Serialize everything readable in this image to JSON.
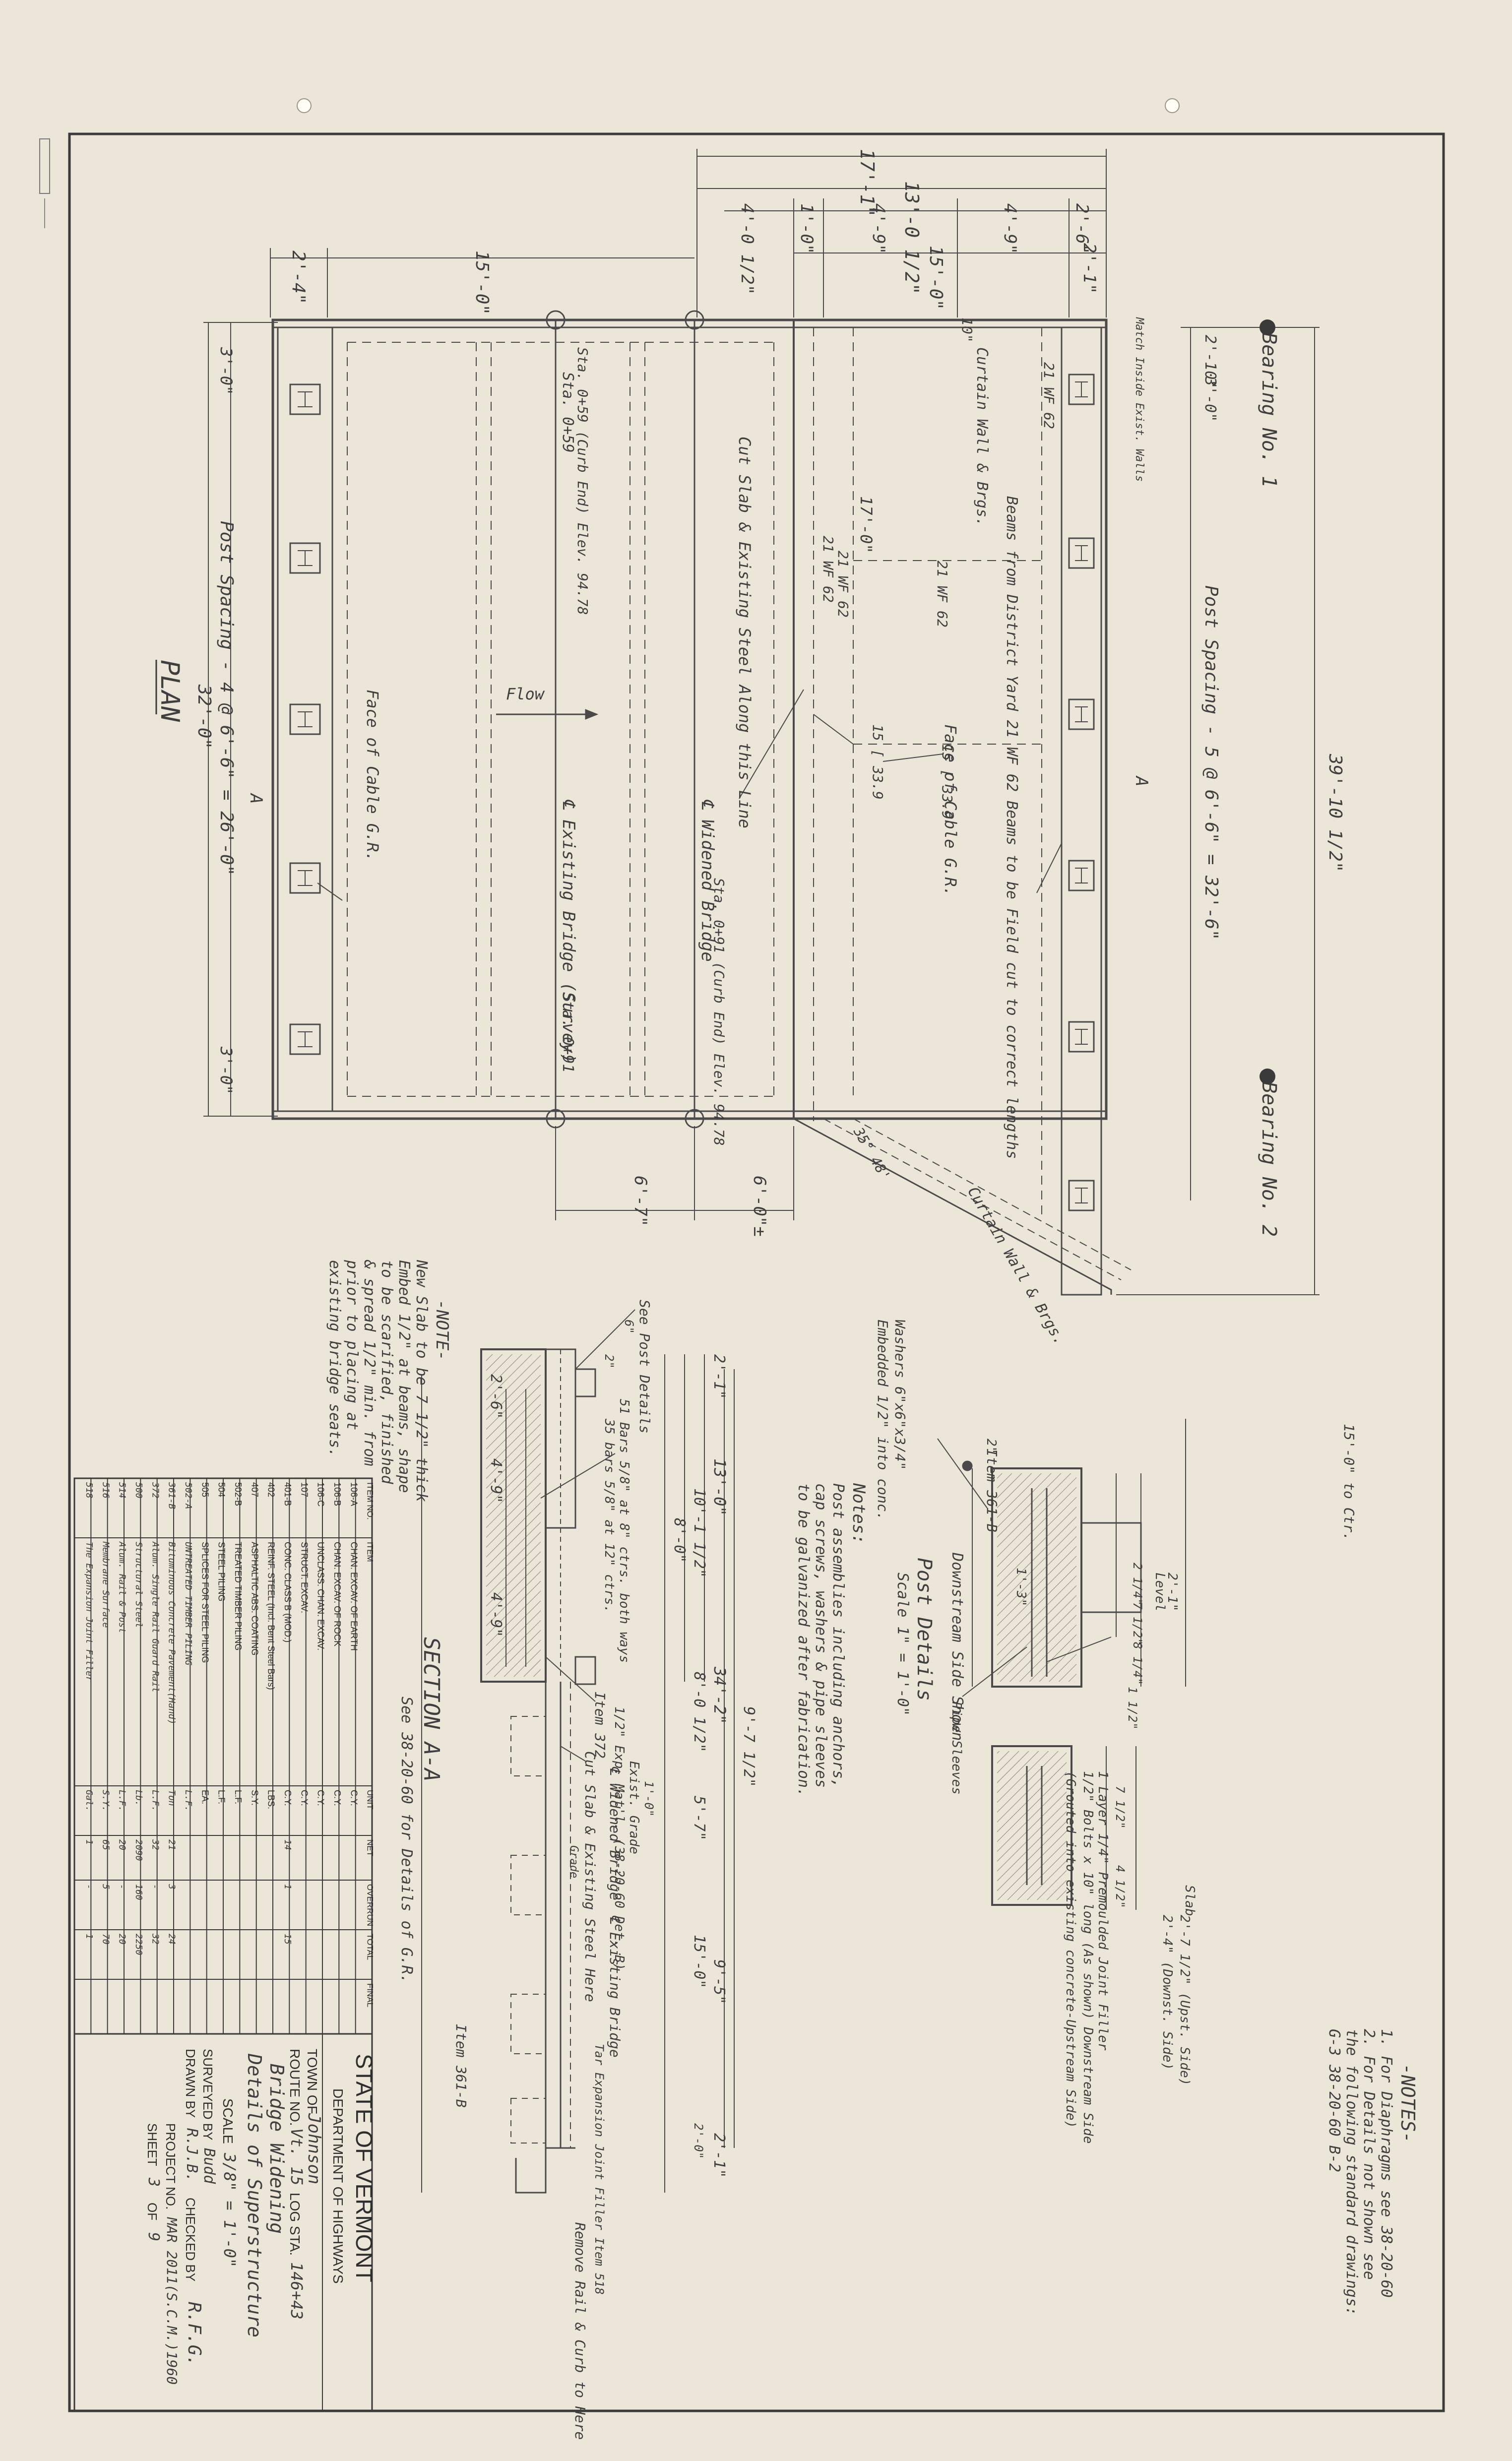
{
  "title_block": {
    "state": "STATE OF VERMONT",
    "department": "DEPARTMENT OF HIGHWAYS",
    "town_label": "TOWN OF",
    "town": "Johnson",
    "route_label": "ROUTE NO.",
    "route": "Vt. 15",
    "log_label": "LOG STA.",
    "log_sta": "146+43",
    "project_title": "Bridge Widening",
    "sheet_title": "Details of Superstructure",
    "scale_label": "SCALE",
    "scale": "3/8\" = 1'-0\"",
    "surveyed_label": "SURVEYED BY",
    "surveyed": "Budd",
    "drawn_label": "DRAWN BY",
    "drawn": "R.J.B.",
    "checked_label": "CHECKED BY",
    "checked": "R.F.G.",
    "project_label": "PROJECT NO.",
    "project_no": "MAR 2011(S.C.M.)1960",
    "sheet_label": "SHEET",
    "sheet_no": "3",
    "of_label": "OF",
    "sheet_total": "9"
  },
  "quantity_table": {
    "headers": [
      "ITEM NO.",
      "ITEM",
      "UNIT",
      "NET",
      "OVERRUN",
      "TOTAL",
      "FINAL"
    ],
    "rows": [
      [
        "106-A",
        "CHAN. EXCAV. OF EARTH",
        "C.Y.",
        "",
        "",
        "",
        ""
      ],
      [
        "106-B",
        "CHAN. EXCAV. OF ROCK",
        "C.Y.",
        "",
        "",
        "",
        ""
      ],
      [
        "106-C",
        "UNCLASS. CHAN. EXCAV.",
        "C.Y.",
        "",
        "",
        "",
        ""
      ],
      [
        "107",
        "STRUCT. EXCAV.",
        "C.Y.",
        "",
        "",
        "",
        ""
      ],
      [
        "401-B",
        "CONC. CLASS B (MOD.)",
        "C.Y.",
        "14",
        "1",
        "15",
        ""
      ],
      [
        "402",
        "REINF. STEEL (Incl. Bent Steel Bars)",
        "LBS.",
        "",
        "",
        "",
        ""
      ],
      [
        "407",
        "ASPHALTIC ABS. COATING",
        "S.Y.",
        "",
        "",
        "",
        ""
      ],
      [
        "502-B",
        "TREATED TIMBER PILING",
        "L.F.",
        "",
        "",
        "",
        ""
      ],
      [
        "504",
        "STEEL PILING",
        "L.F.",
        "",
        "",
        "",
        ""
      ],
      [
        "505",
        "SPLICES FOR STEEL PILING",
        "EA.",
        "",
        "",
        "",
        ""
      ],
      [
        "502-A",
        "UNTREATED TIMBER PILING",
        "L.F.",
        "",
        "",
        "",
        ""
      ],
      [
        "361-B",
        "Bituminous Concrete Pavement(Hand)",
        "Ton",
        "21",
        "3",
        "24",
        ""
      ],
      [
        "372",
        "Alum. Single Rail Guard Rail",
        "L.F.",
        "32",
        "-",
        "32",
        ""
      ],
      [
        "500",
        "Structural Steel",
        "Lb.",
        "2090",
        "160",
        "2250",
        ""
      ],
      [
        "514",
        "Alum. Rail & Post",
        "L.F.",
        "20",
        "-",
        "20",
        ""
      ],
      [
        "516",
        "Membrane Surface",
        "S.Y.",
        "65",
        "5",
        "70",
        ""
      ],
      [
        "518",
        "The Expansion Joint Filler",
        "Gal.",
        "1",
        "-",
        "1",
        ""
      ]
    ]
  },
  "notes_top": {
    "heading": "-NOTES-",
    "lines": [
      "1. For Diaphragms see 38-20-60",
      "2. For Details not shown see",
      "the following standard drawings:",
      "G-3  38-20-60  B-2"
    ]
  },
  "note_deck": {
    "heading": "-NOTE-",
    "lines": [
      "New Slab to be 7 1/2\" thick",
      "Embed 1/2\" at beams, shape",
      "to be scarified, finished",
      "& spread 1/2\" min. from",
      "prior to placing at",
      "existing bridge seats."
    ]
  },
  "note_washers": {
    "heading": "Notes:",
    "lines": [
      "Post assemblies including anchors,",
      "cap screws, washers & pipe sleeves",
      "to be galvanized after fabrication."
    ]
  },
  "post_details": {
    "title": "Post Details",
    "scale": "Scale 1\" = 1'-0\"",
    "subtitle": "Downstream Side Shown",
    "washers": "Washers 6\"x6\"x3/4\"",
    "washers2": "Embedded 1/2\" into conc.",
    "item": "Item 361-B",
    "pipe": "Pipe Sleeves",
    "anchors": "1/2\" Bolts x 10\" long (As shown) Downstream Side",
    "anchors2": "(Grouted into existing concrete-Upstream Side)",
    "layer": "1 Layer 1/4\" Premoulded Joint Filler",
    "dimA": "2'-4\" (Downst. Side)",
    "dimB": "2'-7 1/2\" (Upst. Side)",
    "slab": "Slab",
    "dims": [
      "2\"",
      "1'-3\"",
      "2'-1\"",
      "Level",
      "2 1/4\"",
      "7 1/2\"",
      "8 1/4\"",
      "1 1/2\"",
      "7 1/2\"",
      "4 1/2\"",
      "15'-0\" to Ctr."
    ]
  },
  "plan": {
    "title": "PLAN",
    "dims_top": [
      "17'-1\"",
      "13'-0 1/2\"",
      "4'-0 1/2\"",
      "1'-0\"",
      "4'-9\"",
      "4'-9\"",
      "2'-6\"",
      "15'-0\"",
      "2'-4\"",
      "15'-0\"",
      "2'-1\""
    ],
    "dims_left": [
      "3'-0\"",
      "Post Spacing - 4 @ 6'-6\" = 26'-0\"",
      "32'-0\"",
      "3'-0\""
    ],
    "dims_right": [
      "2'-10\"",
      "3'-0\"",
      "Post Spacing - 5 @ 6'-6\" = 32'-6\"",
      "39'-10 1/2\""
    ],
    "dims_bottom": [
      "6'-7\"",
      "6'-0\"±"
    ],
    "labels": {
      "bearing1": "Bearing No. 1",
      "bearing2": "Bearing No. 2",
      "curtain1": "Curtain Wall & Brgs.",
      "curtain2": "Curtain Wall & Brgs.",
      "beams": "Beams from District Yard 21 WF 62 Beams to be Field cut to correct lengths",
      "cut_slab": "Cut Slab & Existing Steel Along this Line",
      "flow": "Flow",
      "face_cable1": "Face of Cable G.R.",
      "face_cable2": "Face of Cable G.R.",
      "existing_bridge": "℄ Existing Bridge (Survey)",
      "widened_bridge": "℄ Widened Bridge",
      "sta1": "Sta. 0+59",
      "sta2": "Sta. 0+91",
      "sta_curb1": "Sta. 0+59 (Curb End) Elev. 94.78",
      "sta_curb2": "Sta. 0+91 (Curb End) Elev. 94.78",
      "beam1": "21 WF 62",
      "beam2": "21 WF 62",
      "beam3": "21 WF 62",
      "beam4": "21 WF 62",
      "bar1": "15 [ 33.9",
      "bar2": "15 [ 33.9",
      "angle": "35° 48'",
      "dim17": "17'-0\"",
      "section_mark": "A",
      "section_mark2": "A",
      "wingwall": "10\"",
      "skew": "Match Inside Exist. Walls"
    }
  },
  "section": {
    "title": "SECTION A-A",
    "subtitle": "See 38-20-60 for Details of G.R.",
    "labels": {
      "sidewalk": "See Post Details",
      "bars1": "51 Bars 5/8\" at 8\" ctrs. both ways",
      "bars2": "35 bars 5/8\" at 12\" ctrs.",
      "rail": "Item 372",
      "rail2": "1/2\" Exp. Mat'l. (38-20-60 Det. B)",
      "cut_slab": "Cut Slab & Existing Steel Here",
      "cl_bridge": "℄ Widened Bridge",
      "cl_existing": "℄ Existing Bridge",
      "exist_grade": "Exist. Grade",
      "item_361": "Item 361-B",
      "joint": "Tar Expansion Joint Filler Item 518",
      "remove": "Remove Rail & Curb to Here",
      "grade": "Grade"
    },
    "dims": [
      "2'-6\"",
      "4'-9\"",
      "4'-9\"",
      "2'-1\"",
      "13'-0\"",
      "10'-1 1/2\"",
      "8'-0\"",
      "8'-0 1/2\"",
      "34'-2\"",
      "9'-7 1/2\"",
      "5'-7\"",
      "15'-0\"",
      "9'-5\"",
      "2'-1\"",
      "2'-0\"",
      "1'-0\"",
      "2\"",
      "6\""
    ]
  }
}
